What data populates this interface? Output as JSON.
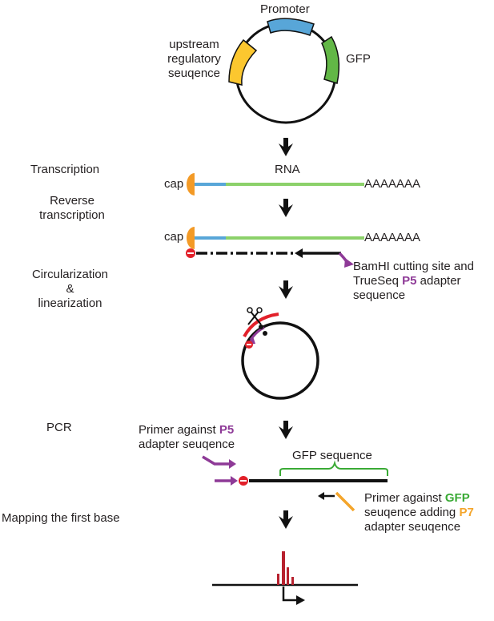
{
  "plasmid": {
    "promoter": "Promoter",
    "upstream_line1": "upstream",
    "upstream_line2": "regulatory",
    "upstream_line3": "seuqence",
    "gfp": "GFP"
  },
  "steps": {
    "transcription": "Transcription",
    "reverse_line1": "Reverse",
    "reverse_line2": "transcription",
    "circ_line1": "Circularization",
    "circ_line2": "&",
    "circ_line3": "linearization",
    "pcr": "PCR",
    "mapping": "Mapping the first base"
  },
  "rna": {
    "cap": "cap",
    "label": "RNA",
    "polya": "AAAAAAA"
  },
  "rt": {
    "cap": "cap",
    "polya": "AAAAAAA",
    "note_line1": "BamHI cutting site and",
    "note_line2_prefix": "TrueSeq ",
    "note_line2_highlight": "P5",
    "note_line2_suffix": " adapter",
    "note_line3": "sequence"
  },
  "pcr": {
    "primer1_prefix": "Primer against ",
    "primer1_highlight": "P5",
    "primer1_line2": "adapter seuqence",
    "gfp_sequence": "GFP sequence",
    "primer2_prefix": "Primer against ",
    "primer2_highlight": "GFP",
    "primer2_line2_prefix": "seuqence adding ",
    "primer2_line2_highlight": "P7",
    "primer2_line3": "adapter seuqence"
  },
  "colors": {
    "promoter": "#58a6d8",
    "upstream": "#fcc72f",
    "gfp": "#62b746",
    "cap": "#f39a26",
    "rna_blue": "#58a6d8",
    "rna_green": "#8cd16a",
    "purple": "#8e3a97",
    "red": "#e2202a",
    "darkred": "#b7212e",
    "orange": "#f4a52b",
    "black": "#111111"
  }
}
